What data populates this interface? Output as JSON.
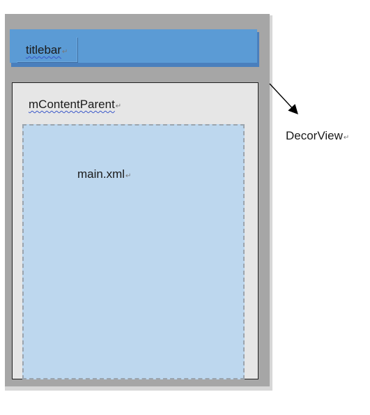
{
  "diagram": {
    "titlebar": {
      "label": "titlebar",
      "color": "#5b9bd5"
    },
    "content_parent": {
      "label": "mContentParent",
      "color": "#e6e6e6"
    },
    "main_xml": {
      "label": "main.xml",
      "color": "#bdd7ee"
    },
    "decor_view": {
      "label": "DecorView",
      "color": "#a6a6a6"
    },
    "paragraph_mark": "↵"
  }
}
